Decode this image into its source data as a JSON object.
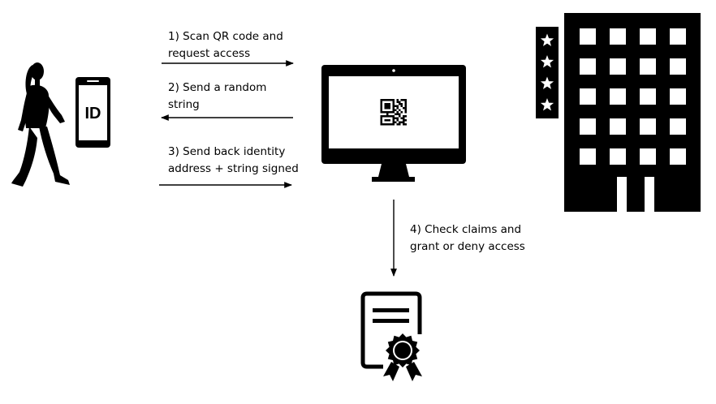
{
  "colors": {
    "ink": "#000000",
    "background": "#ffffff"
  },
  "icons": {
    "person": "walking-woman-icon",
    "phone": "smartphone-id-icon",
    "monitor": "desktop-monitor-qr-icon",
    "hotel": "hotel-building-icon",
    "certificate": "certificate-icon"
  },
  "phone": {
    "id_text": "ID"
  },
  "hotel": {
    "star_count": 4
  },
  "steps": [
    {
      "line1": "1) Scan QR code and",
      "line2": "request access"
    },
    {
      "line1": "2) Send a random",
      "line2": "string"
    },
    {
      "line1": "3) Send back identity",
      "line2": "address + string signed"
    },
    {
      "line1": "4) Check claims and",
      "line2": "grant or deny access"
    }
  ]
}
